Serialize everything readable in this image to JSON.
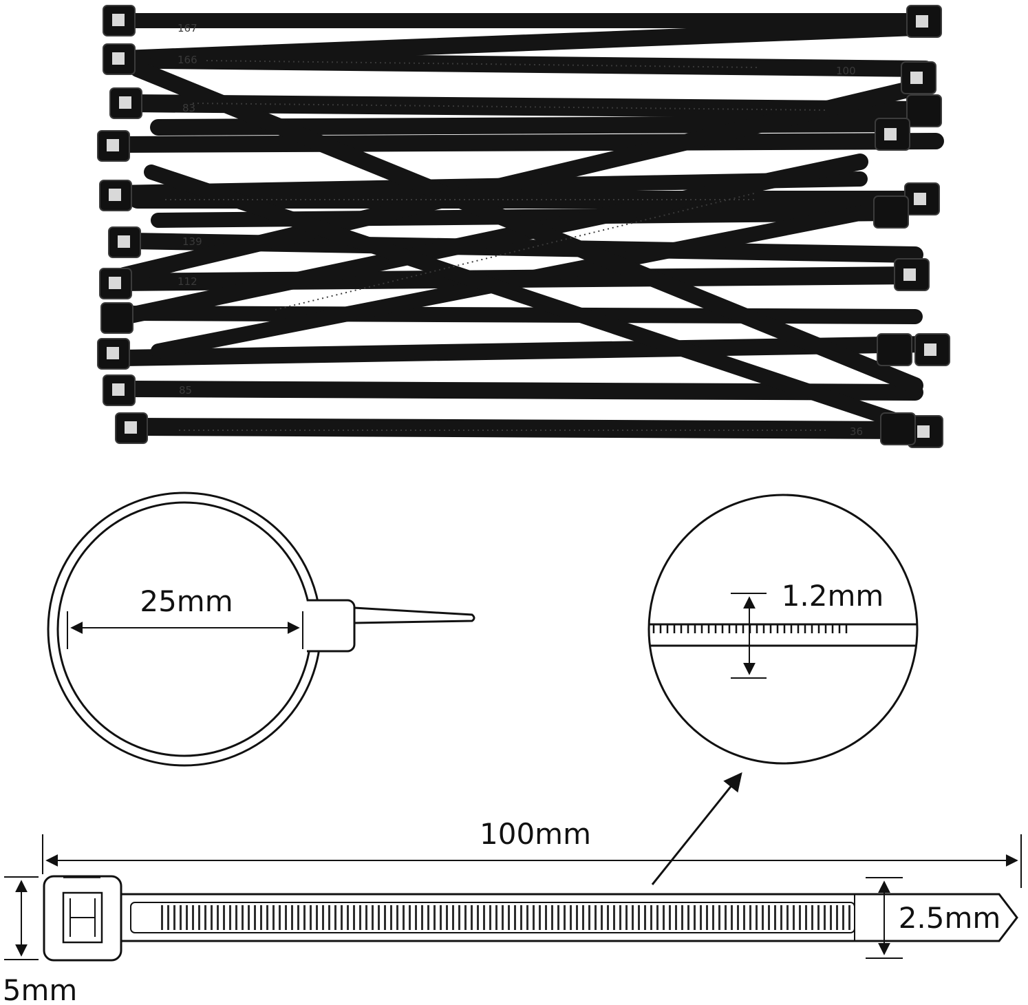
{
  "photo": {
    "ties": [
      {
        "number": "167"
      },
      {
        "number": "166"
      },
      {
        "number": "100"
      },
      {
        "number": "83"
      },
      {
        "number": "139"
      },
      {
        "number": "112"
      },
      {
        "number": "85"
      },
      {
        "number": "36"
      }
    ]
  },
  "diameter_detail": {
    "label": "25mm"
  },
  "thickness_detail": {
    "label": "1.2mm"
  },
  "tie_drawing": {
    "length_label": "100mm",
    "width_label": "2.5mm",
    "head_label": "5mm"
  },
  "colors": {
    "tie": "#141414",
    "line": "#111111",
    "background": "#ffffff"
  }
}
